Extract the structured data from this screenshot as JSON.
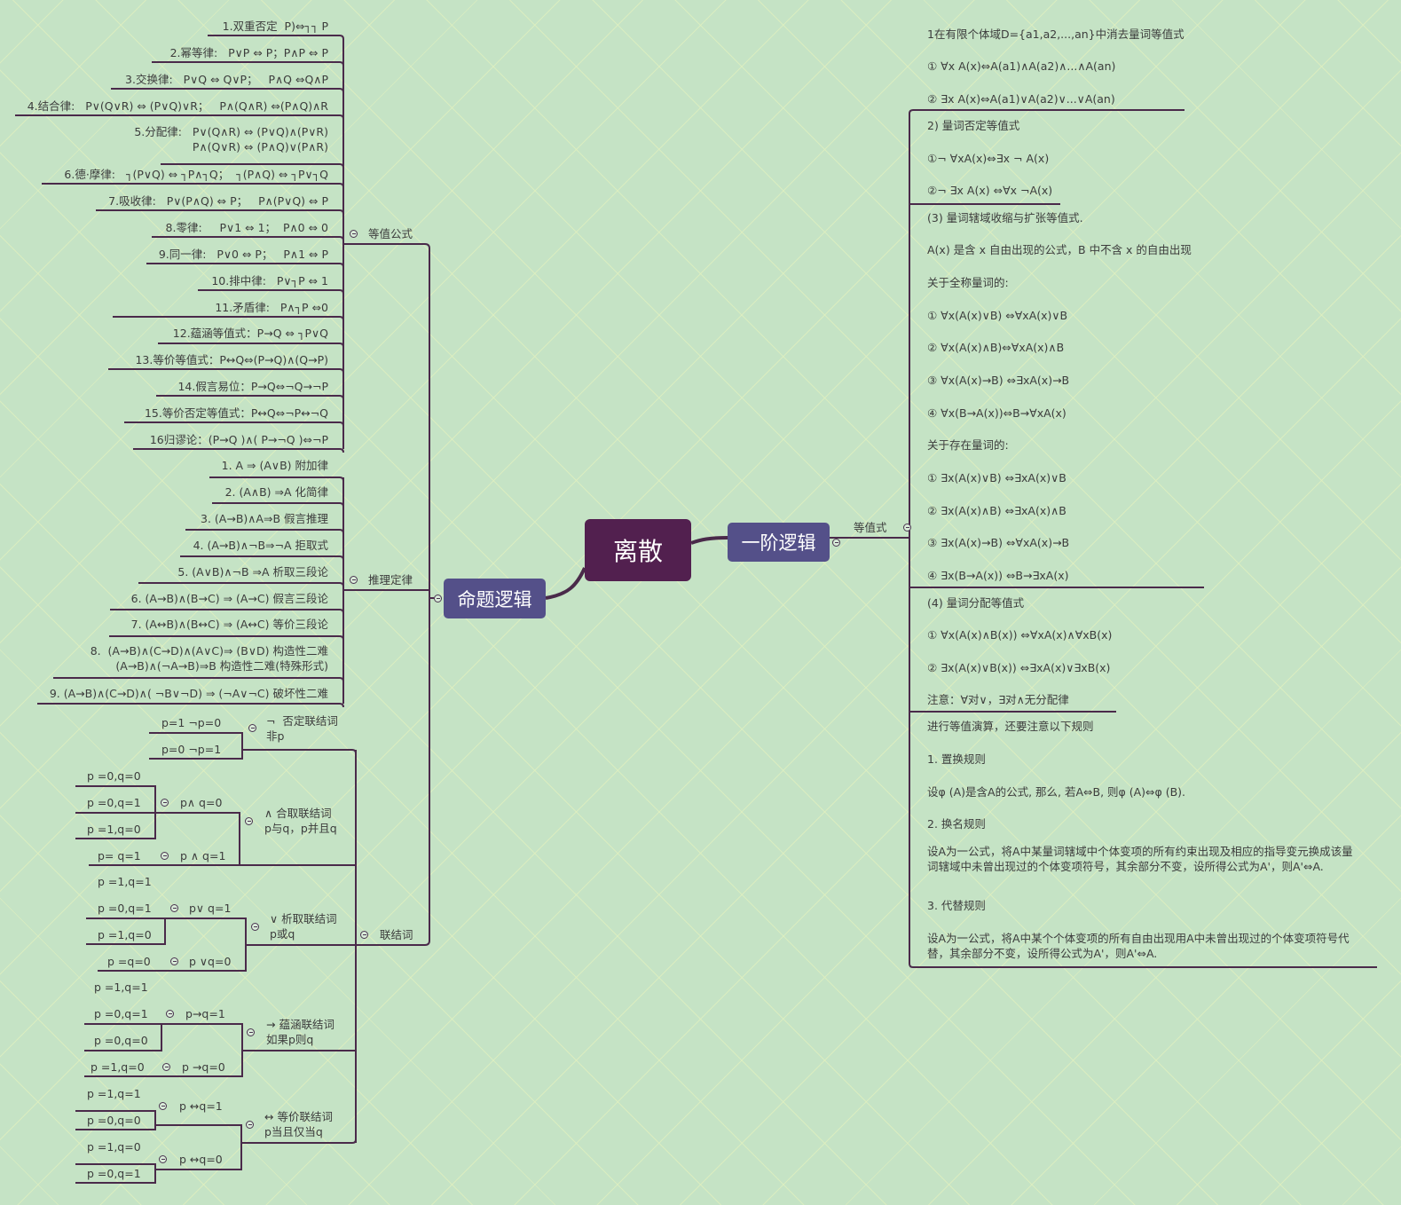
{
  "root": {
    "label": "离散"
  },
  "propositional": {
    "label": "命题逻辑",
    "equivalences": {
      "label": "等值公式",
      "items": [
        "1.双重否定  P)⇔┐┐ P",
        "2.幂等律:   P∨P ⇔ P；P∧P ⇔ P",
        "3.交换律:   P∨Q ⇔ Q∨P；   P∧Q ⇔Q∧P",
        "4.结合律:   P∨(Q∨R) ⇔ (P∨Q)∨R；   P∧(Q∧R) ⇔(P∧Q)∧R",
        "5.分配律:   P∨(Q∧R) ⇔ (P∨Q)∧(P∨R)\nP∧(Q∨R) ⇔ (P∧Q)∨(P∧R)",
        "6.德·摩律:   ┐(P∨Q) ⇔ ┐P∧┐Q；  ┐(P∧Q) ⇔ ┐P∨┐Q",
        "7.吸收律:   P∨(P∧Q) ⇔ P；   P∧(P∨Q) ⇔ P",
        "8.零律:     P∨1 ⇔ 1；  P∧0 ⇔ 0",
        "9.同一律:   P∨0 ⇔ P；   P∧1 ⇔ P",
        "10.排中律:   P∨┐P ⇔ 1",
        "11.矛盾律:   P∧┐P ⇔0",
        "12.蕴涵等值式：P→Q ⇔ ┐P∨Q",
        "13.等价等值式：P↔Q⇔(P→Q)∧(Q→P)",
        "14.假言易位：P→Q⇔¬Q→¬P",
        "15.等价否定等值式：P↔Q⇔¬P↔¬Q",
        "16归谬论：(P→Q )∧( P→¬Q )⇔¬P"
      ]
    },
    "inference": {
      "label": "推理定律",
      "items": [
        "1. A ⇒ (A∨B) 附加律",
        "2. (A∧B) ⇒A 化简律",
        "3. (A→B)∧A⇒B 假言推理",
        "4. (A→B)∧¬B⇒¬A 拒取式",
        "5. (A∨B)∧¬B ⇒A 析取三段论",
        "6. (A→B)∧(B→C) ⇒ (A→C) 假言三段论",
        "7. (A↔B)∧(B↔C) ⇒ (A↔C) 等价三段论",
        "8.  (A→B)∧(C→D)∧(A∨C)⇒ (B∨D) 构造性二难\n(A→B)∧(¬A→B)⇒B 构造性二难(特殊形式)",
        "9. (A→B)∧(C→D)∧( ¬B∨¬D) ⇒ (¬A∨¬C) 破坏性二难"
      ]
    },
    "connectives": {
      "label": "联结词",
      "negation": {
        "label": "¬  否定联结词\n非p",
        "rows": [
          "p=1   ¬p=0",
          "p=0   ¬p=1"
        ]
      },
      "conjunction": {
        "label": "∧ 合取联结词\np与q，p并且q",
        "false_group": {
          "label": "p∧  q=0",
          "rows": [
            "p =0,q=0",
            "p =0,q=1",
            "p =1,q=0"
          ]
        },
        "true_group": {
          "label": "p ∧ q=1",
          "rows": [
            "p= q=1"
          ]
        }
      },
      "disjunction": {
        "label": "∨ 析取联结词\np或q",
        "true_group": {
          "label": "p∨ q=1",
          "rows": [
            "p =1,q=1",
            "p =0,q=1",
            "p =1,q=0"
          ]
        },
        "false_group": {
          "label": "p ∨q=0",
          "rows": [
            "p =q=0"
          ]
        }
      },
      "implication": {
        "label": "→ 蕴涵联结词\n如果p则q",
        "true_group": {
          "label": "p→q=1",
          "rows": [
            "p =1,q=1",
            "p =0,q=1",
            "p =0,q=0"
          ]
        },
        "false_group": {
          "label": "p →q=0",
          "rows": [
            "p =1,q=0"
          ]
        }
      },
      "biconditional": {
        "label": "↔ 等价联结词\np当且仅当q",
        "true_group": {
          "label": "p ↔q=1",
          "rows": [
            "p =1,q=1",
            "p =0,q=0"
          ]
        },
        "false_group": {
          "label": "p ↔q=0",
          "rows": [
            "p =1,q=0",
            "p =0,q=1"
          ]
        }
      }
    }
  },
  "first_order": {
    "label": "一阶逻辑",
    "equivalences": {
      "label": "等值式",
      "group1": [
        "1在有限个体域D={a1,a2,...,an}中消去量词等值式",
        "① ∀x A(x)⇔A(a1)∧A(a2)∧...∧A(an)",
        "② ∃x A(x)⇔A(a1)∨A(a2)∨...∨A(an)"
      ],
      "group2": [
        "2) 量词否定等值式",
        "①¬ ∀xA(x)⇔∃x ¬ A(x)",
        "②¬ ∃x A(x) ⇔∀x ¬A(x)"
      ],
      "group3": [
        "(3) 量词辖域收缩与扩张等值式.",
        "A(x) 是含 x 自由出现的公式，B 中不含 x 的自由出现",
        "关于全称量词的:",
        "① ∀x(A(x)∨B) ⇔∀xA(x)∨B",
        "② ∀x(A(x)∧B)⇔∀xA(x)∧B",
        "③ ∀x(A(x)→B) ⇔∃xA(x)→B",
        "④ ∀x(B→A(x))⇔B→∀xA(x)",
        "关于存在量词的:",
        "① ∃x(A(x)∨B) ⇔∃xA(x)∨B",
        "② ∃x(A(x)∧B) ⇔∃xA(x)∧B",
        "③ ∃x(A(x)→B) ⇔∀xA(x)→B",
        "④ ∃x(B→A(x)) ⇔B→∃xA(x)"
      ],
      "group4": [
        "(4) 量词分配等值式",
        "① ∀x(A(x)∧B(x)) ⇔∀xA(x)∧∀xB(x)",
        "② ∃x(A(x)∨B(x)) ⇔∃xA(x)∨∃xB(x)",
        "注意：∀对∨，∃对∧无分配律"
      ],
      "group5": [
        "进行等值演算，还要注意以下规则",
        "1. 置换规则",
        "设φ (A)是含A的公式, 那么, 若A⇔B, 则φ (A)⇔φ (B).",
        "2. 换名规则",
        "设A为一公式，将A中某量词辖域中个体变项的所有约束出现及相应的指导变元换成该量\n词辖域中未曾出现过的个体变项符号，其余部分不变，设所得公式为A'，则A'⇔A.",
        "3. 代替规则",
        "设A为一公式，将A中某个个体变项的所有自由出现用A中未曾出现过的个体变项符号代\n替，其余部分不变，设所得公式为A'，则A'⇔A."
      ]
    }
  },
  "colors": {
    "background": "#c5e3c5",
    "root_fill": "#52204f",
    "main_fill": "#545089",
    "line": "#4a2a4a"
  }
}
